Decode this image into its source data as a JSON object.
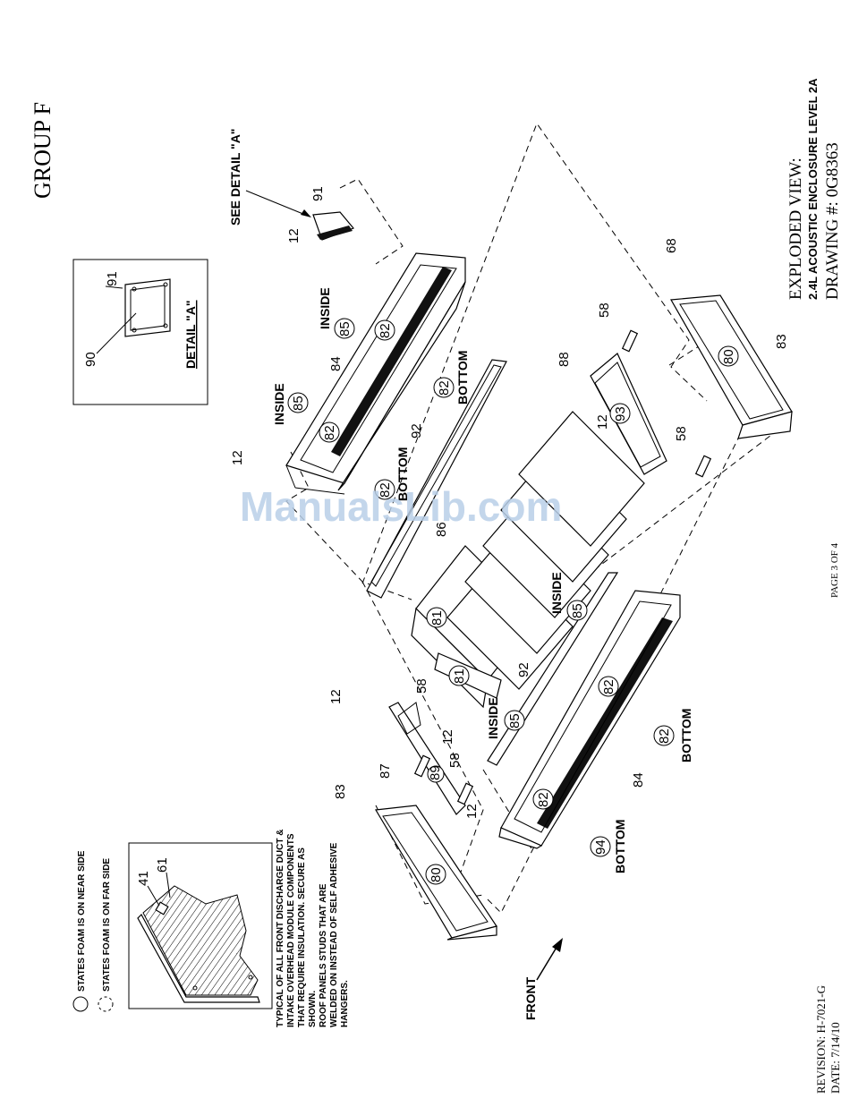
{
  "title_block": {
    "group": "GROUP F",
    "view": "EXPLODED VIEW:",
    "description": "2.4L ACOUSTIC ENCLOSURE LEVEL 2A",
    "drawing": "DRAWING #: 0G8363",
    "page": "PAGE 3 OF 4",
    "revision": "REVISION: H-7021-G",
    "date": "DATE: 7/14/10"
  },
  "watermark": "ManualsLib.com",
  "detail_a": {
    "title": "DETAIL \"A\"",
    "callout": "SEE DETAIL \"A\""
  },
  "legend": {
    "near": "STATES FOAM IS ON NEAR SIDE",
    "far": "STATES FOAM IS ON FAR SIDE"
  },
  "notes": [
    "TYPICAL OF ALL FRONT DISCHARGE DUCT &",
    "INTAKE OVERHEAD MODULE COMPONENTS",
    "THAT REQUIRE INSULATION. SECURE AS",
    "SHOWN.",
    "ROOF PANELS STUDS THAT ARE",
    "WELDED ON INSTEAD OF SELF ADHESIVE",
    "HANGERS."
  ],
  "words": {
    "inside": "INSIDE",
    "bottom": "BOTTOM",
    "front": "FRONT"
  },
  "callouts": {
    "p12": "12",
    "p41": "41",
    "p58": "58",
    "p61": "61",
    "p68": "68",
    "p80": "80",
    "p81": "81",
    "p82": "82",
    "p83": "83",
    "p84": "84",
    "p85": "85",
    "p86": "86",
    "p87": "87",
    "p88": "88",
    "p89": "89",
    "p90": "90",
    "p91": "91",
    "p92": "92",
    "p93": "93",
    "p94": "94"
  }
}
